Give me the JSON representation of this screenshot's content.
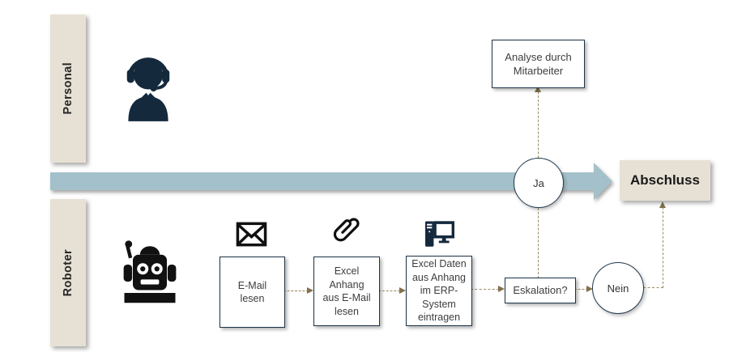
{
  "lanes": {
    "personal": {
      "label": "Personal"
    },
    "roboter": {
      "label": "Roboter"
    }
  },
  "nodes": {
    "analyse": {
      "label": "Analyse durch Mitarbeiter"
    },
    "email": {
      "label": "E-Mail lesen"
    },
    "excel_anhang": {
      "label": "Excel Anhang aus E-Mail lesen"
    },
    "excel_daten": {
      "label": "Excel Daten aus Anhang im ERP-System eintragen"
    },
    "eskalation": {
      "label": "Eskalation?"
    },
    "ja": {
      "label": "Ja"
    },
    "nein": {
      "label": "Nein"
    },
    "abschluss": {
      "label": "Abschluss"
    }
  },
  "icons": {
    "personal_lane": "support-agent-headset",
    "roboter_lane": "robot-head",
    "email_step": "envelope",
    "attachment_step": "paperclip",
    "erp_step": "desktop-computer"
  },
  "colors": {
    "lane_fill": "#e7e1d5",
    "timeline_arrow": "#a4c0ca",
    "connector_dash": "#9b8a64",
    "node_border": "#1c3348",
    "icon_navy": "#14293c",
    "icon_black": "#111111"
  }
}
